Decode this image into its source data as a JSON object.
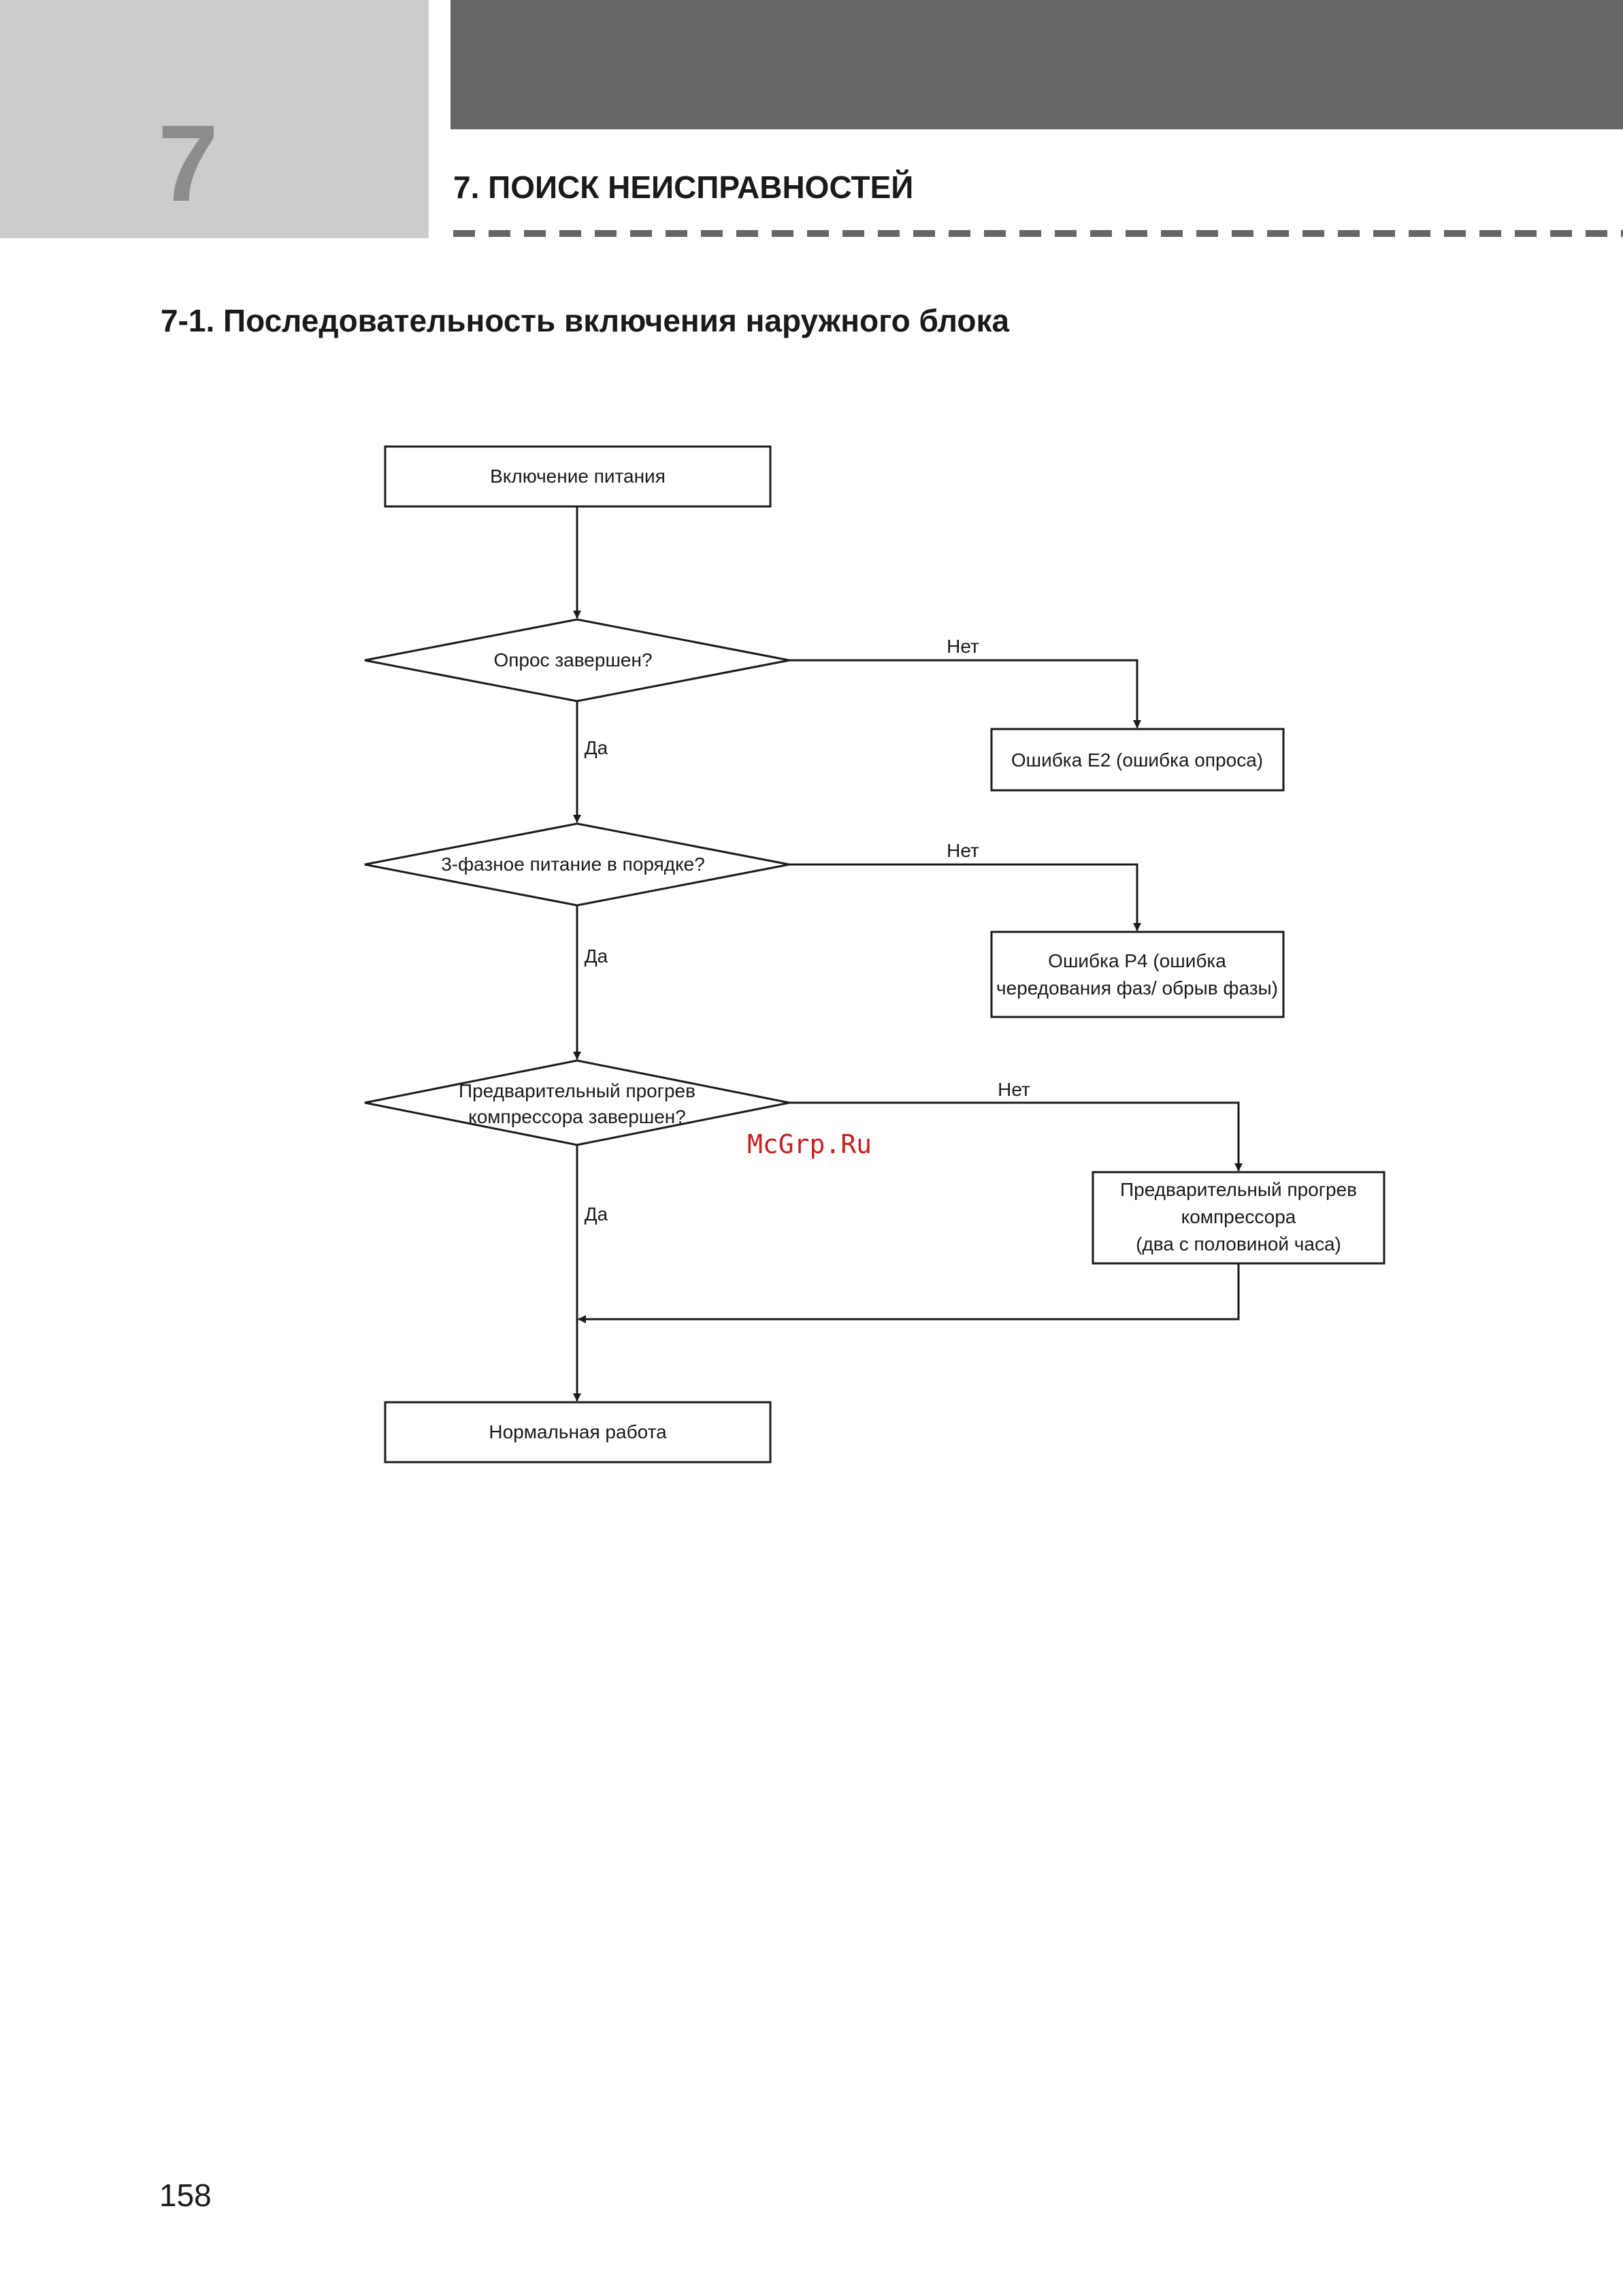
{
  "header": {
    "chapter_number": "7",
    "chapter_title": "7. ПОИСК НЕИСПРАВНОСТЕЙ"
  },
  "section_title": "7-1. Последовательность включения наружного блока",
  "flowchart": {
    "start": "Включение питания",
    "decision_1": "Опрос завершен?",
    "decision_1_no": "Нет",
    "decision_1_yes": "Да",
    "error_1": "Ошибка E2 (ошибка опроса)",
    "decision_2": "3-фазное питание в порядке?",
    "decision_2_no": "Нет",
    "decision_2_yes": "Да",
    "error_2_line_1": "Ошибка P4 (ошибка",
    "error_2_line_2": "чередования фаз/ обрыв фазы)",
    "decision_3_line_1": "Предварительный прогрев",
    "decision_3_line_2": "компрессора завершен?",
    "decision_3_no": "Нет",
    "decision_3_yes": "Да",
    "preheat_line_1": "Предварительный прогрев",
    "preheat_line_2": "компрессора",
    "preheat_line_3": "(два с половиной часа)",
    "end": "Нормальная работа"
  },
  "watermark": "McGrp.Ru",
  "page_number": "158",
  "colors": {
    "chapter_tab": "#cccccc",
    "chapter_number": "#8c8c8c",
    "header_band": "#666666",
    "watermark": "#c81e1e"
  }
}
